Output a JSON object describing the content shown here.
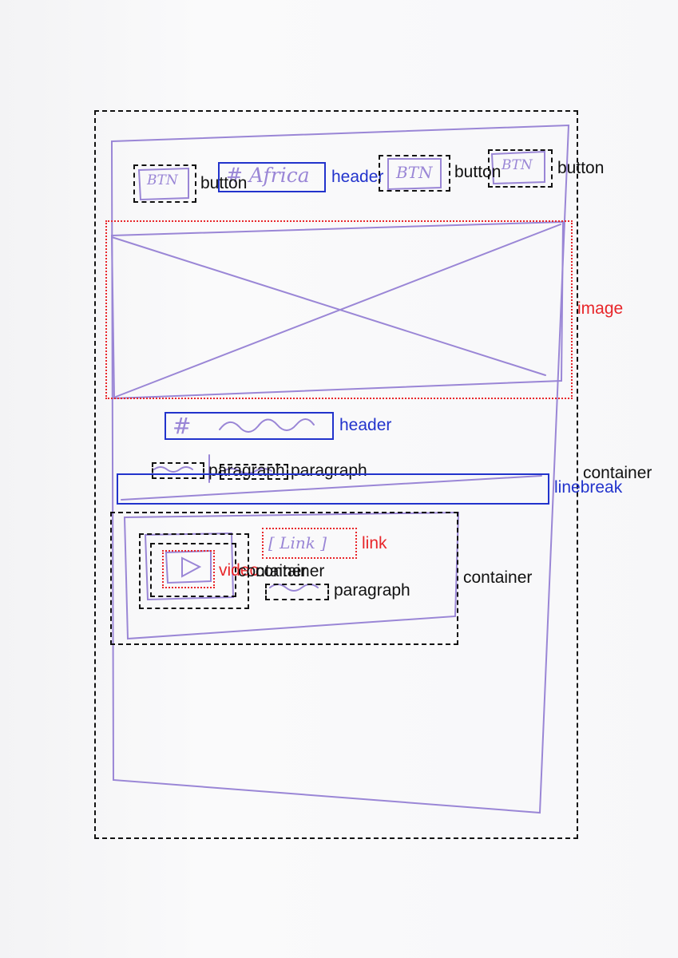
{
  "sketch": {
    "btn_text": "BTN",
    "title_text": "# Africa",
    "hash_text": "#",
    "link_text": "[ Link ]"
  },
  "labels": {
    "container_outer": "container",
    "button_1": "button",
    "header_1": "header",
    "button_2": "button",
    "button_3": "button",
    "image": "image",
    "header_2": "header",
    "paragraph_1": "paragraph",
    "paragraph_2": "paragraph",
    "container_2": "container",
    "linebreak": "linebreak",
    "link": "link",
    "video": "video",
    "container_3": "container",
    "container_4": "container",
    "paragraph_3": "paragraph",
    "container_5": "container"
  },
  "colors": {
    "sketch": "#9a86d6",
    "container": "#111111",
    "media": "#e8262a",
    "text": "#2233cc"
  }
}
